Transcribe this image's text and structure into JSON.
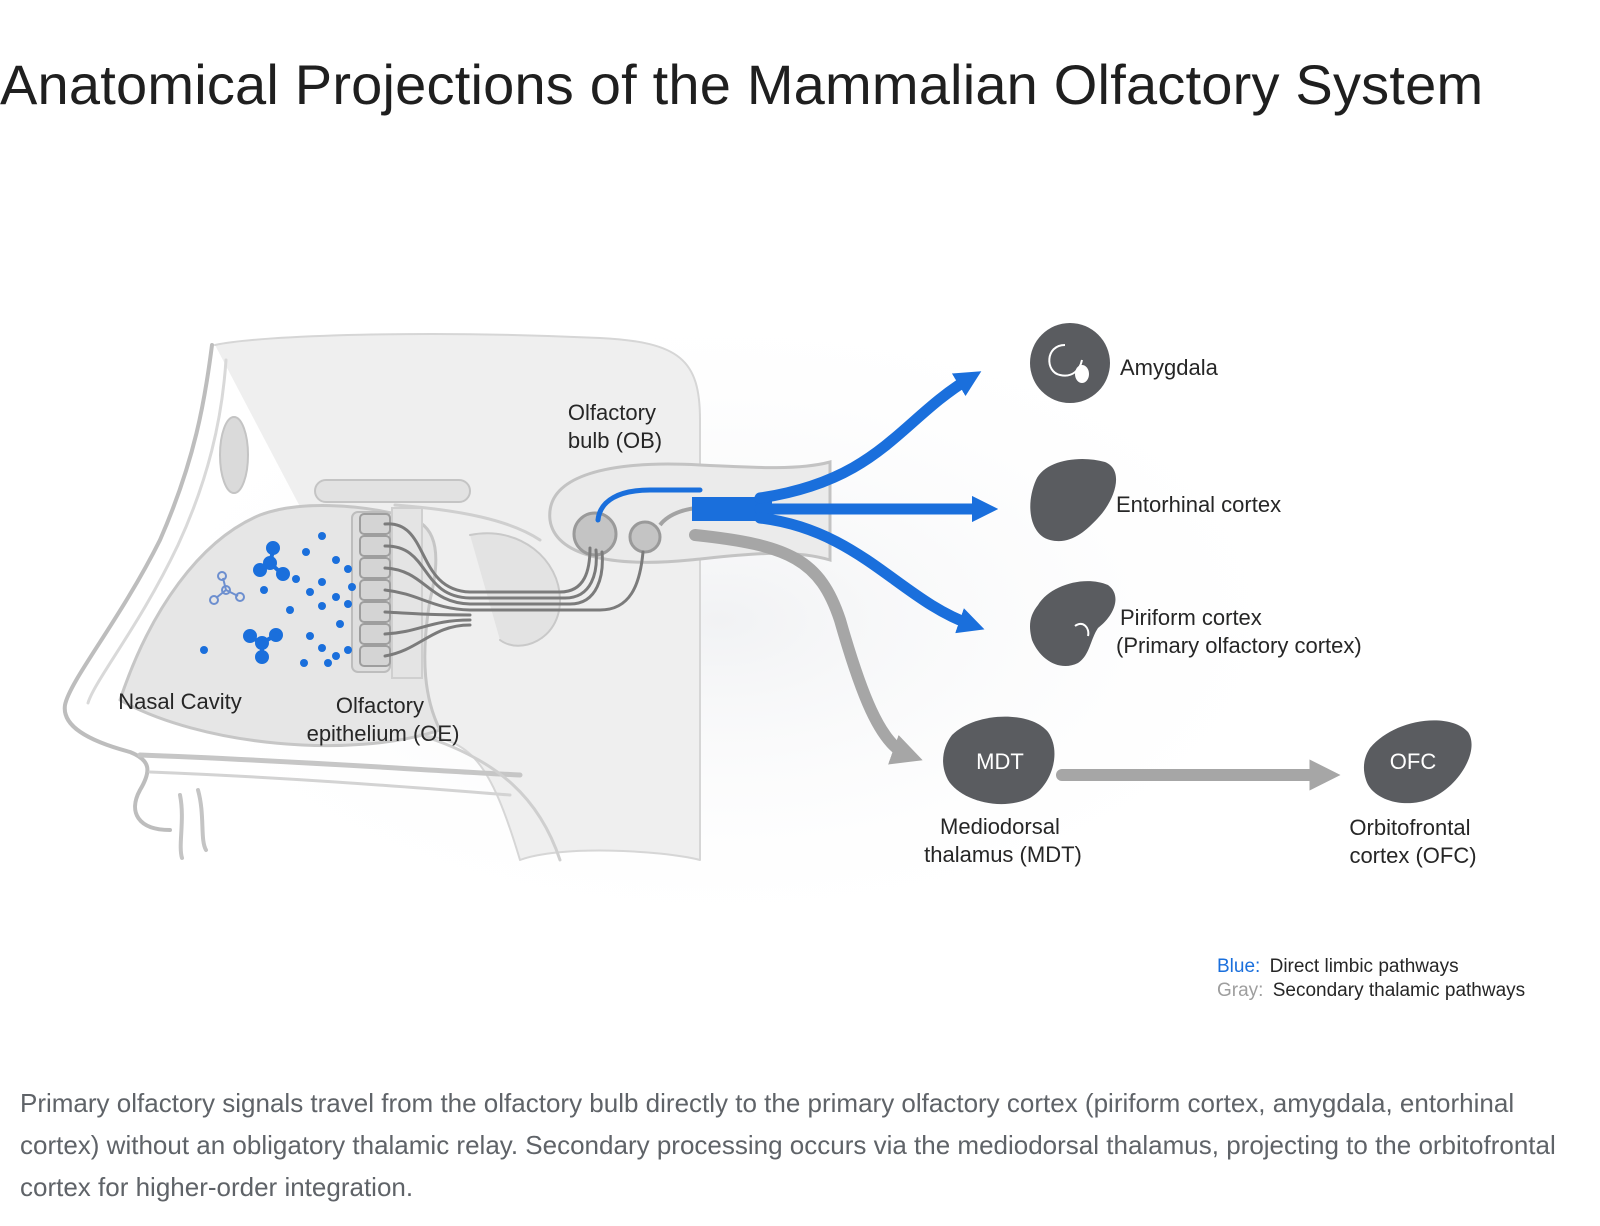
{
  "title": "Anatomical Projections of the Mammalian Olfactory System",
  "colors": {
    "direct": "#1a6fdc",
    "secondary": "#a6a6a6",
    "region_fill": "#5a5c60",
    "anatomy": "#c9c9c9"
  },
  "anatomy_labels": {
    "olfactory_bulb": [
      "Olfactory",
      "bulb (OB)"
    ],
    "nasal_cavity": "Nasal Cavity",
    "olfactory_epithelium": [
      "Olfactory",
      "epithelium (OE)"
    ]
  },
  "regions": {
    "amygdala": "Amygdala",
    "entorhinal": "Entorhinal cortex",
    "piriform": [
      "Piriform cortex",
      "(Primary olfactory cortex)"
    ],
    "mdt": {
      "short": "MDT",
      "label": [
        "Mediodorsal",
        "thalamus (MDT)"
      ]
    },
    "ofc": {
      "short": "OFC",
      "label": [
        "Orbitofrontal",
        "cortex (OFC)"
      ]
    }
  },
  "legend": {
    "blue_key": "Blue:",
    "blue_text": "Direct limbic pathways",
    "gray_key": "Gray:",
    "gray_text": "Secondary thalamic pathways"
  },
  "caption": "Primary olfactory signals travel from the olfactory bulb directly to the primary olfactory cortex (piriform cortex, amygdala, entorhinal cortex) without an obligatory thalamic relay. Secondary processing occurs via the mediodorsal thalamus, projecting to the orbitofrontal cortex for higher-order integration."
}
